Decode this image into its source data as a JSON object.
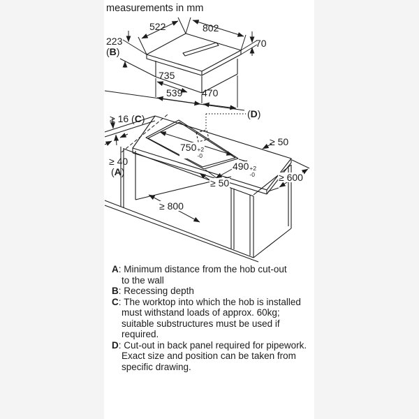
{
  "header": {
    "title": "measurements in mm"
  },
  "symbols": {
    "open": "(",
    "close": ")",
    "colon": ":"
  },
  "top_diagram": {
    "top_width": "802",
    "top_depth": "522",
    "hob_height": "70",
    "recess_depth": "223",
    "recess_key": "B",
    "box_width": "735",
    "bottom_left": "539",
    "bottom_right": "470"
  },
  "middle_diagram": {
    "worktop_thickness": "≥ 16",
    "worktop_thickness_key": "C",
    "wall_distance": "≥ 40",
    "wall_distance_key": "A",
    "pipework_key": "D",
    "cutout_width": {
      "value": "750",
      "tol_plus": "+2",
      "tol_minus": "-0"
    },
    "cutout_depth": {
      "value": "490",
      "tol_plus": "+2",
      "tol_minus": "-0"
    },
    "rear_clearance": "≥ 50",
    "side_clearance": "≥ 50",
    "worktop_depth": "≥ 600",
    "cabinet_interior_width": "≥ 800"
  },
  "legend": {
    "items": [
      {
        "key": "A",
        "lines": [
          "Minimum distance from the hob cut-out",
          "to the wall"
        ]
      },
      {
        "key": "B",
        "lines": [
          "Recessing depth"
        ]
      },
      {
        "key": "C",
        "lines": [
          "The worktop into which the hob is installed",
          "must withstand loads of approx. 60kg;",
          "suitable substructures must be used if",
          "required."
        ]
      },
      {
        "key": "D",
        "lines": [
          "Cut-out in back panel required for pipework.",
          "Exact size and position can be taken from",
          "specific drawing."
        ]
      }
    ]
  },
  "colors": {
    "line": "#1c1c1c",
    "background": "#ffffff",
    "margin": "#f4f4f4"
  }
}
